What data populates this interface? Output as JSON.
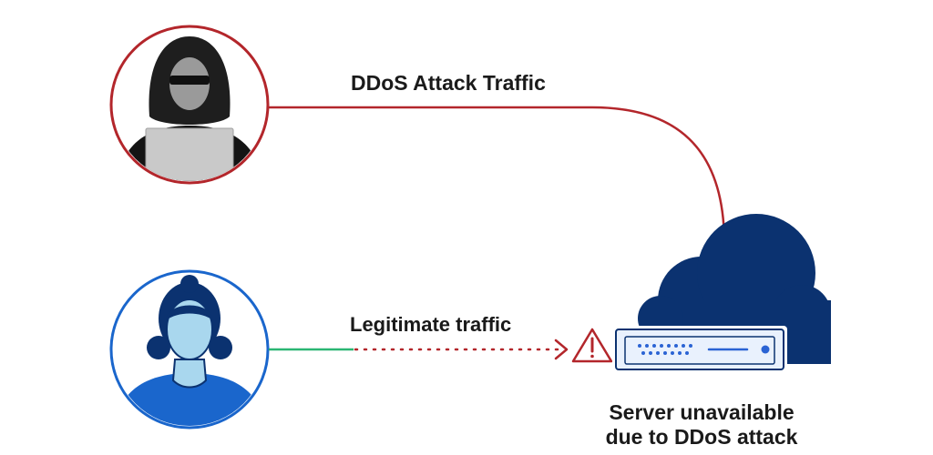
{
  "labels": {
    "attack_traffic": "DDoS Attack Traffic",
    "legitimate_traffic": "Legitimate traffic",
    "server_status_line1": "Server unavailable",
    "server_status_line2": "due to DDoS attack"
  },
  "icons": {
    "attacker": "hooded-hacker-icon",
    "user": "user-avatar-icon",
    "cloud": "cloud-icon",
    "server": "server-icon",
    "warning": "warning-triangle-icon"
  },
  "colors": {
    "attack_red": "#b3262b",
    "user_blue": "#1a66cc",
    "cloud_navy": "#0b3270",
    "legit_green": "#2bb673",
    "server_face": "#e9f1fd",
    "server_accent": "#2a63d4"
  }
}
